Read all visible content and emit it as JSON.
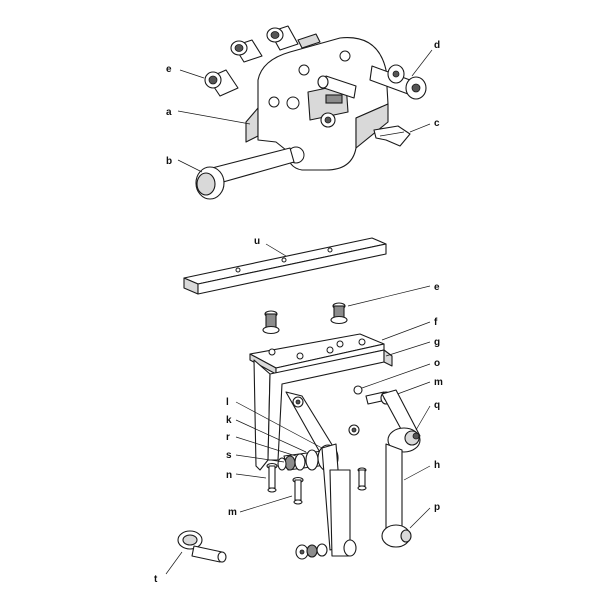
{
  "callouts": {
    "a": "a",
    "b": "b",
    "c": "c",
    "d": "d",
    "e_top": "e",
    "u": "u",
    "e_mid": "e",
    "f": "f",
    "g": "g",
    "o": "o",
    "m_right": "m",
    "q": "q",
    "l": "l",
    "k": "k",
    "r": "r",
    "s": "s",
    "n": "n",
    "h": "h",
    "m_left": "m",
    "p": "p",
    "t": "t"
  }
}
